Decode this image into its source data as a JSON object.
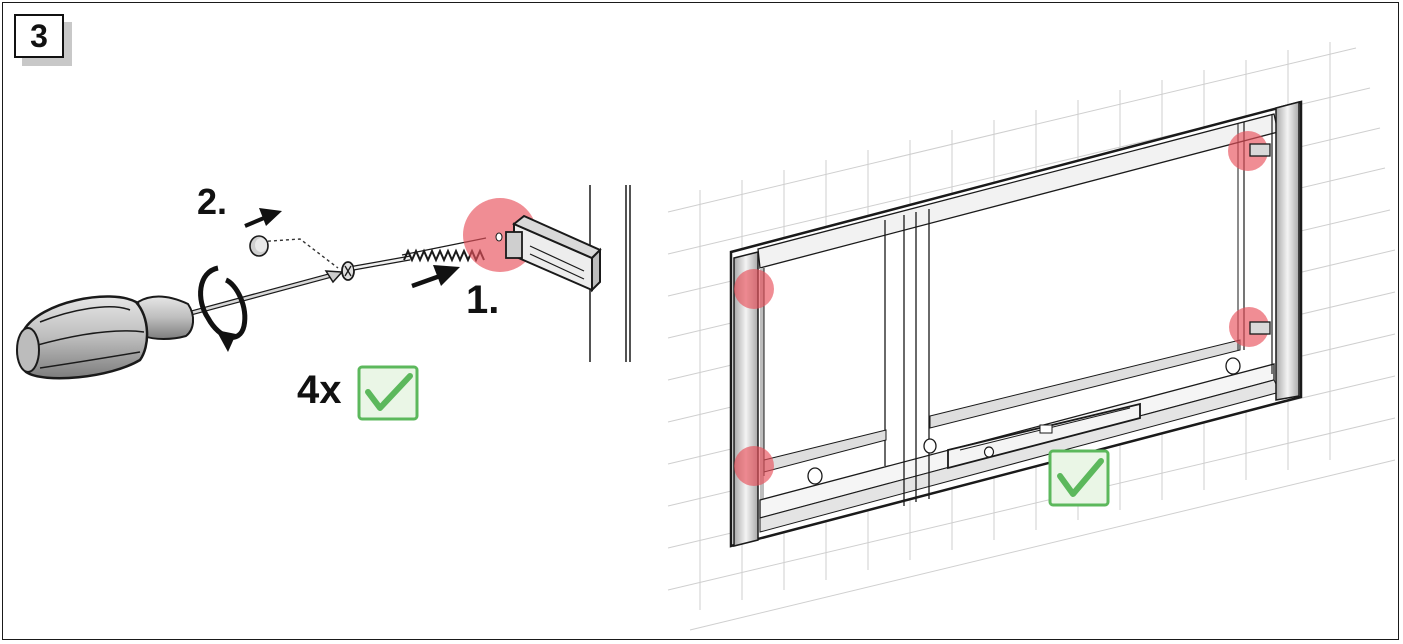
{
  "step": {
    "number": "3"
  },
  "labels": {
    "step_two": "2.",
    "step_one": "1.",
    "count": "4x"
  },
  "icons": {
    "screwdriver": "screwdriver-icon",
    "rotation": "rotation-arrow-icon",
    "screw": "screw-icon",
    "cap": "cover-cap-icon",
    "checkmark": "checkmark-icon",
    "spirit_level": "spirit-level-icon"
  },
  "colors": {
    "check_green": "#5cb85c",
    "highlight_red": "#e8505b",
    "line": "#1a1a1a",
    "profile_grey": "#c9c9c9"
  }
}
